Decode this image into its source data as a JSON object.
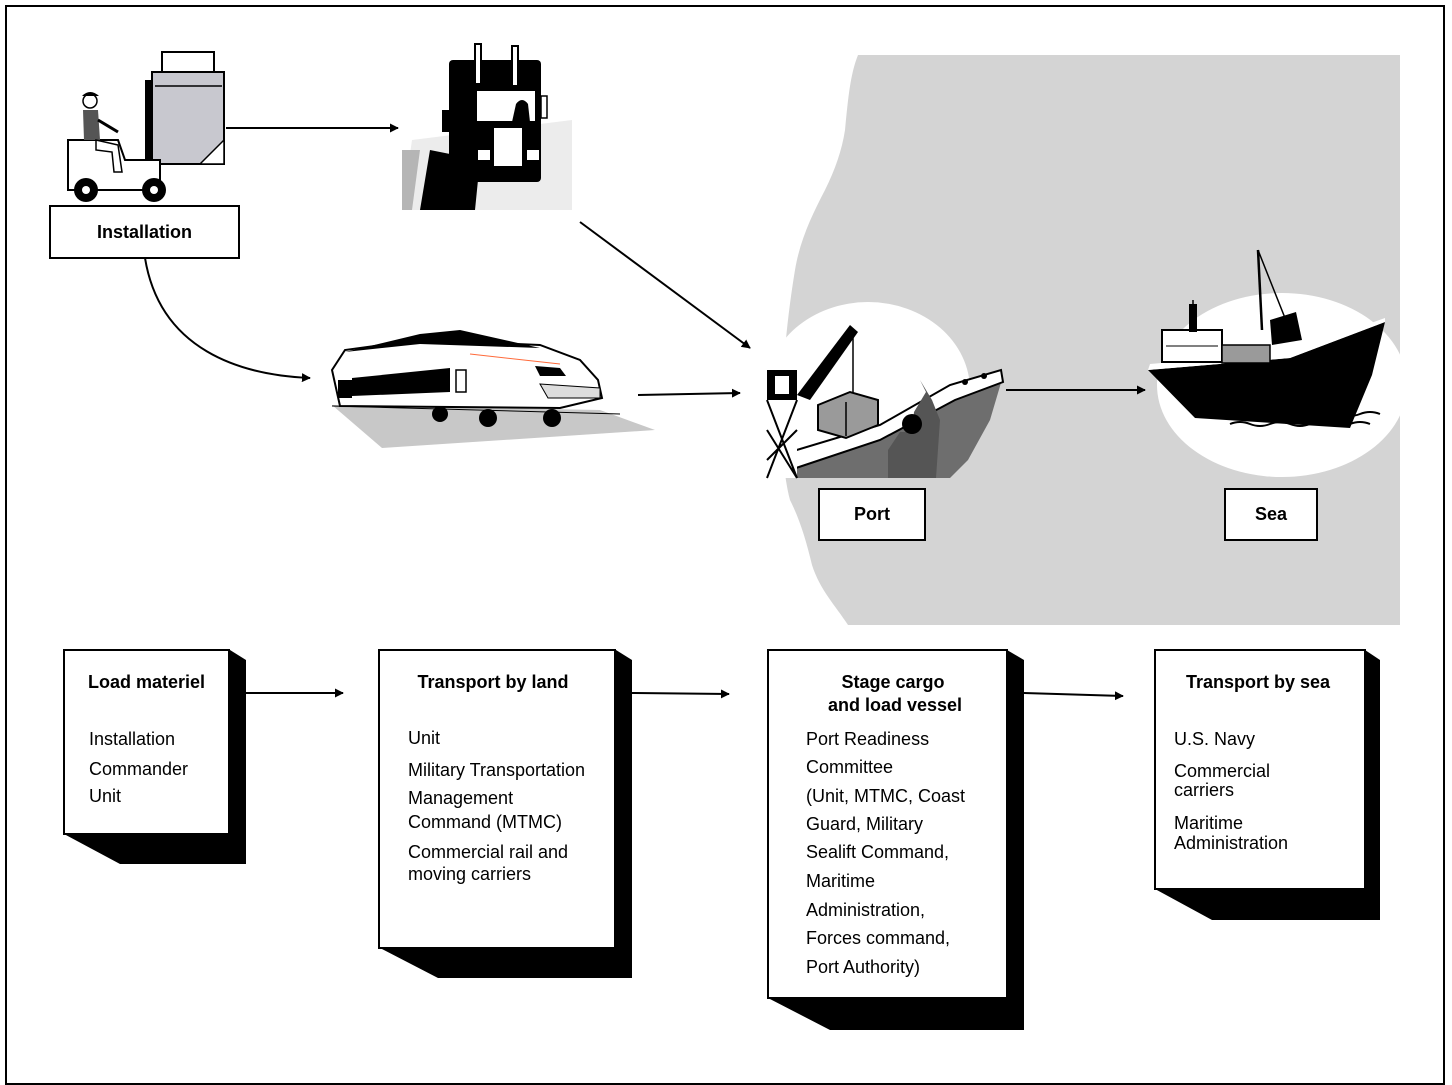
{
  "stages": {
    "installation": "Installation",
    "port": "Port",
    "sea": "Sea"
  },
  "cards": [
    {
      "title": "Load materiel",
      "lines": [
        "Installation",
        "Commander",
        "Unit"
      ]
    },
    {
      "title": "Transport by land",
      "lines": [
        "Unit",
        "Military Transportation",
        "Management",
        "Command (MTMC)",
        "Commercial rail and",
        "moving carriers"
      ]
    },
    {
      "title_1": "Stage cargo",
      "title_2": "and load vessel",
      "lines": [
        "Port Readiness",
        "Committee",
        "(Unit, MTMC, Coast",
        "Guard, Military",
        "Sealift Command,",
        "Maritime",
        "Administration,",
        "Forces command,",
        "Port Authority)"
      ]
    },
    {
      "title": "Transport by sea",
      "lines": [
        "U.S. Navy",
        "Commercial",
        "carriers",
        "Maritime",
        "Administration"
      ]
    }
  ],
  "icons": [
    "forklift-icon",
    "truck-icon",
    "train-icon",
    "port-crane-icon",
    "cargo-ship-icon"
  ],
  "colors": {
    "region": "#d4d4d4",
    "ink": "#000000",
    "accent_gray": "#9a9a9a"
  }
}
